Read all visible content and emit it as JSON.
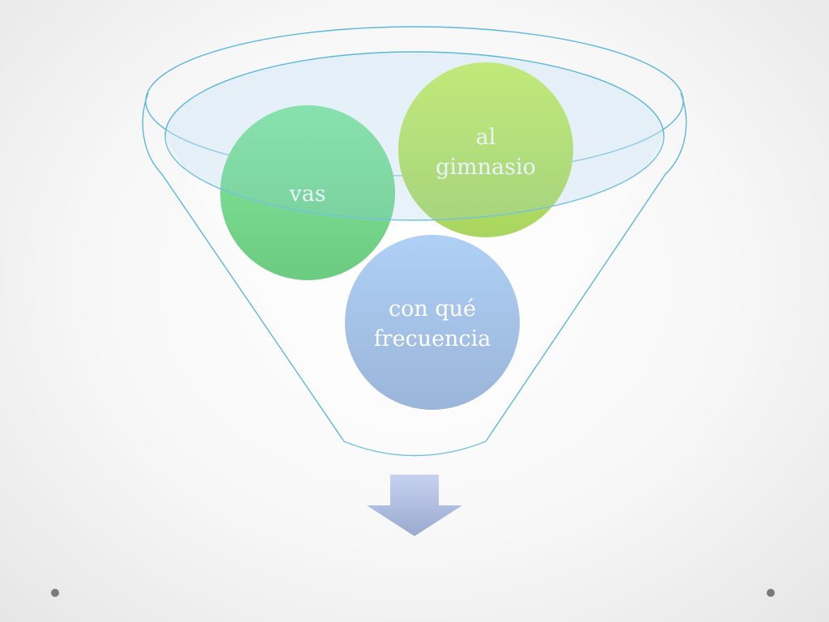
{
  "diagram": {
    "type": "funnel",
    "items": [
      {
        "id": "vas",
        "lines": [
          "vas"
        ],
        "color_light": "#4cdf6e",
        "color_dark": "#2ab84a"
      },
      {
        "id": "al-gimnasio",
        "lines": [
          "al",
          "gimnasio"
        ],
        "color_light": "#b2ea1a",
        "color_dark": "#86c81a"
      },
      {
        "id": "con-que-frecuencia",
        "lines": [
          "con qué",
          "frecuencia"
        ],
        "color_light": "#8cb8ef",
        "color_dark": "#6f98cc"
      }
    ],
    "funnel_stroke_color": "#5bb8d8",
    "funnel_rim_fill": "#d6eaf8",
    "arrow_color": "#b9c6e8"
  }
}
